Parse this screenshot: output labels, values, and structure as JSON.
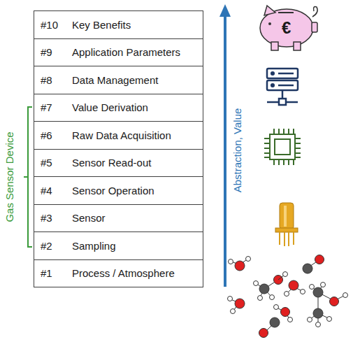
{
  "diagram": {
    "nodes": [
      {
        "text": [
          "#10",
          "Key Benefits"
        ]
      },
      {
        "text": [
          "#9",
          "Application Parameters"
        ]
      },
      {
        "text": [
          "#8",
          "Data Management"
        ]
      },
      {
        "text": [
          "#7",
          "Value Derivation"
        ]
      },
      {
        "text": [
          "#6",
          "Raw Data Acquisition"
        ]
      },
      {
        "text": [
          "#5",
          "Sensor Read-out"
        ]
      },
      {
        "text": [
          "#4",
          "Sensor Operation"
        ]
      },
      {
        "text": [
          "#3",
          "Sensor"
        ]
      },
      {
        "text": [
          "#2",
          "Sampling"
        ]
      },
      {
        "text": [
          "#1",
          "Process / Atmosphere"
        ]
      }
    ],
    "labels": [
      "Gas Sensor Device",
      "Abstraction, Value",
      "€"
    ]
  }
}
